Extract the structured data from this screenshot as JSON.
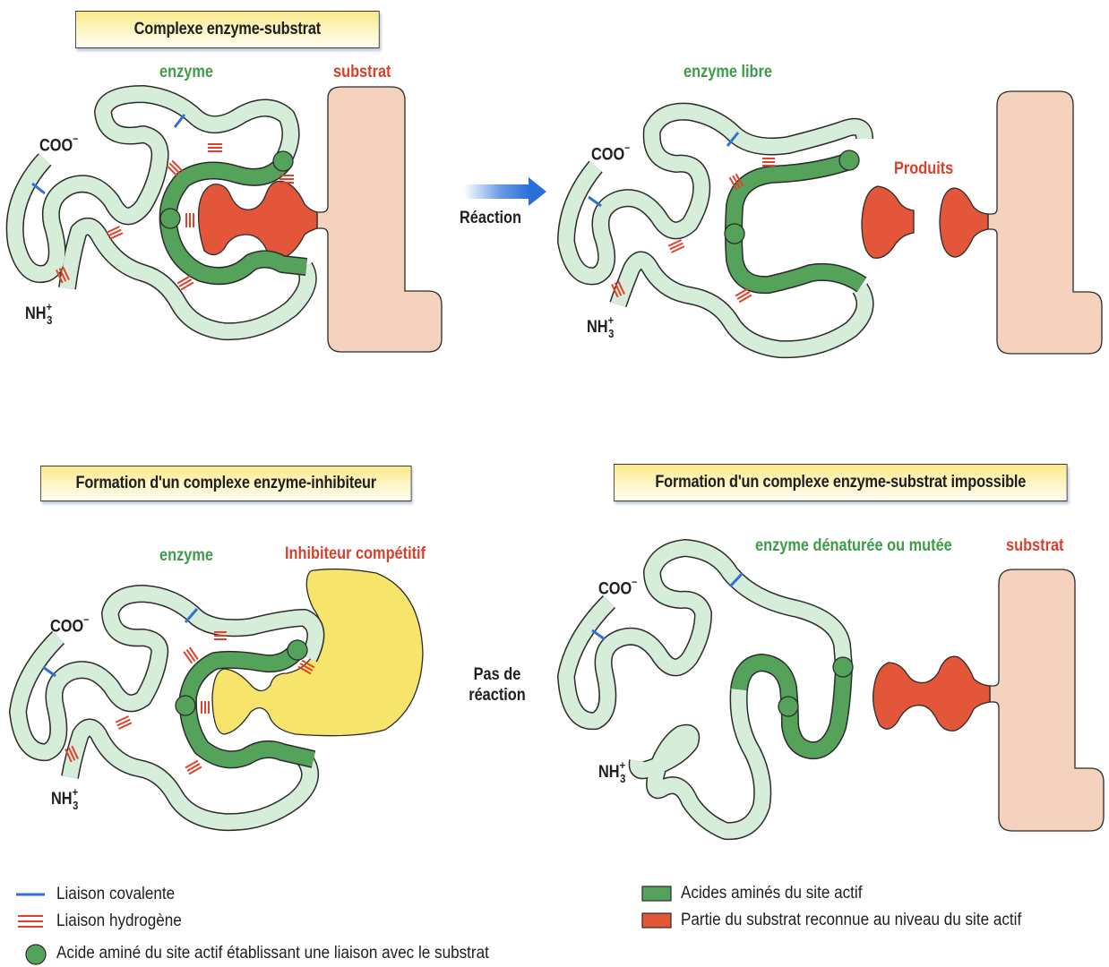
{
  "colors": {
    "chain_fill": "#d6eed9",
    "chain_outline": "#2b2b2b",
    "active_site_green": "#55a35a",
    "covalent_blue": "#2e6fd8",
    "hydrogen_red": "#e0412d",
    "substrate_body": "#f4d2bd",
    "substrate_recognized": "#e4563a",
    "inhibitor_yellow": "#f7e46a",
    "arrow_blue": "#2a6fd9"
  },
  "panels": [
    {
      "id": "complex",
      "title": "Complexe enzyme-substrat",
      "enzyme_label": "enzyme",
      "ligand_label": "substrat",
      "coo_label": "COO",
      "coo_charge": "−",
      "nh_label": "NH",
      "nh_sub": "3",
      "nh_charge": "+"
    },
    {
      "id": "products",
      "enzyme_label": "enzyme libre",
      "ligand_label": "Produits",
      "coo_label": "COO",
      "coo_charge": "−",
      "nh_label": "NH",
      "nh_sub": "3",
      "nh_charge": "+"
    },
    {
      "id": "inhibitor",
      "title": "Formation d'un complexe enzyme-inhibiteur",
      "enzyme_label": "enzyme",
      "ligand_label": "Inhibiteur compétitif",
      "coo_label": "COO",
      "coo_charge": "−",
      "nh_label": "NH",
      "nh_sub": "3",
      "nh_charge": "+"
    },
    {
      "id": "impossible",
      "title": "Formation d'un complexe enzyme-substrat impossible",
      "enzyme_label": "enzyme dénaturée ou mutée",
      "ligand_label": "substrat",
      "coo_label": "COO",
      "coo_charge": "−",
      "nh_label": "NH",
      "nh_sub": "3",
      "nh_charge": "+"
    }
  ],
  "transitions": {
    "reaction_label": "Réaction",
    "arrow_icon": "right-arrow",
    "no_reaction_line1": "Pas de",
    "no_reaction_line2": "réaction"
  },
  "legend": {
    "left": [
      {
        "icon": "blue-line",
        "label": "Liaison covalente"
      },
      {
        "icon": "red-triple-line",
        "label": "Liaison hydrogène"
      },
      {
        "icon": "green-circle",
        "label": "Acide aminé du site actif établissant une liaison avec le substrat"
      }
    ],
    "right": [
      {
        "icon": "green-square",
        "label": "Acides aminés du site actif"
      },
      {
        "icon": "red-square",
        "label": "Partie du substrat reconnue au niveau du site actif"
      }
    ]
  }
}
